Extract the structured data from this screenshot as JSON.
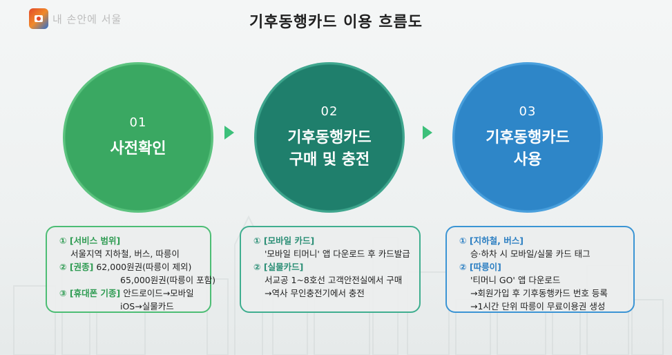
{
  "header": {
    "logo_text": "내 손안에 서울",
    "title": "기후동행카드 이용 흐름도"
  },
  "steps": [
    {
      "num": "01",
      "name_lines": [
        "사전확인"
      ]
    },
    {
      "num": "02",
      "name_lines": [
        "기후동행카드",
        "구매 및 충전"
      ]
    },
    {
      "num": "03",
      "name_lines": [
        "기후동행카드",
        "사용"
      ]
    }
  ],
  "boxes": {
    "service": {
      "h1": "① [서비스 범위]",
      "l1": "서울지역 지하철, 버스, 따릉이",
      "h2": "② [권종]",
      "l2": "62,000원권(따릉이 제외)",
      "l3": "65,000원권(따릉이 포함)",
      "h3": "③ [휴대폰 기종]",
      "l4": "안드로이드→모바일",
      "l5": "iOS→실물카드"
    },
    "purchase": {
      "h1": "① [모바일 카드]",
      "l1": "'모바일 티머니' 앱 다운로드 후 카드발급",
      "h2": "② [실물카드]",
      "l2": "서교공 1~8호선 고객안전실에서 구매",
      "l3": "→역사 무인충전기에서 충전"
    },
    "use": {
      "h1": "① [지하철, 버스]",
      "l1": "승·하차 시 모바일/실물 카드 태그",
      "h2": "② [따릉이]",
      "l2": "'티머니 GO' 앱 다운로드",
      "l3": "→회원가입 후 기후동행카드 번호 등록",
      "l4": "→1시간 단위 따릉이 무료이용권 생성"
    }
  },
  "colors": {
    "step1": "#3aa862",
    "step2": "#1f7f6c",
    "step3": "#2e86c8",
    "arrow": "#3cc07a"
  }
}
